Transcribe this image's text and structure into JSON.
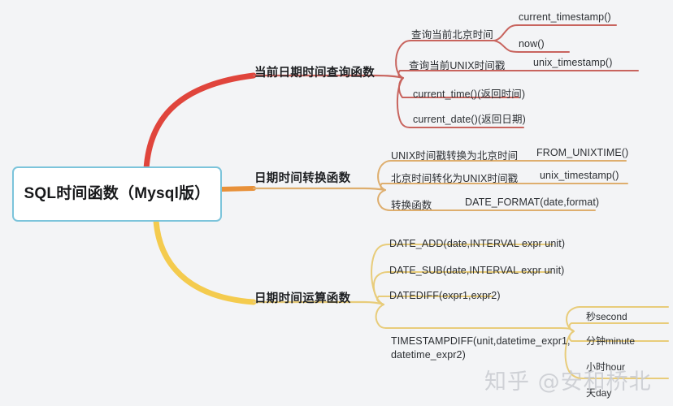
{
  "colors": {
    "background": "#f3f4f6",
    "root_border": "#7cc4db",
    "root_fill": "#ffffff",
    "branch_red": "#e0453c",
    "branch_red_line": "#c1635e",
    "branch_orange": "#e8913a",
    "branch_orange_line": "#e0b070",
    "branch_yellow": "#f4cb4e",
    "branch_yellow_line": "#e8cc7a",
    "text": "#2c2f33",
    "watermark": "#c9ccd1"
  },
  "root": {
    "label": "SQL时间函数（Mysql版）"
  },
  "branches": [
    {
      "id": "current-datetime-query",
      "label": "当前日期时间查询函数",
      "color": "#e0453c",
      "items": [
        {
          "label": "查询当前北京时间",
          "children": [
            {
              "label": "current_timestamp()"
            },
            {
              "label": "now()"
            }
          ]
        },
        {
          "label": "查询当前UNIX时间戳",
          "value": "unix_timestamp()"
        },
        {
          "label": "current_time()(返回时间)"
        },
        {
          "label": "current_date()(返回日期)"
        }
      ]
    },
    {
      "id": "datetime-convert",
      "label": "日期时间转换函数",
      "color": "#e8913a",
      "items": [
        {
          "label": "UNIX时间戳转换为北京时间",
          "value": "FROM_UNIXTIME()"
        },
        {
          "label": "北京时间转化为UNIX时间戳",
          "value": "unix_timestamp()"
        },
        {
          "label": "转换函数",
          "value": "DATE_FORMAT(date,format)"
        }
      ]
    },
    {
      "id": "datetime-arithmetic",
      "label": "日期时间运算函数",
      "color": "#f4cb4e",
      "items": [
        {
          "label": "DATE_ADD(date,INTERVAL expr unit)"
        },
        {
          "label": "DATE_SUB(date,INTERVAL expr unit)"
        },
        {
          "label": "DATEDIFF(expr1,expr2)"
        },
        {
          "label": "TIMESTAMPDIFF(unit,datetime_expr1, datetime_expr2)",
          "children": [
            {
              "label": "秒second"
            },
            {
              "label": "分钟minute"
            },
            {
              "label": "小时hour"
            },
            {
              "label": "天day"
            }
          ]
        }
      ]
    }
  ],
  "watermark": {
    "text": "知乎 @安和桥北"
  }
}
